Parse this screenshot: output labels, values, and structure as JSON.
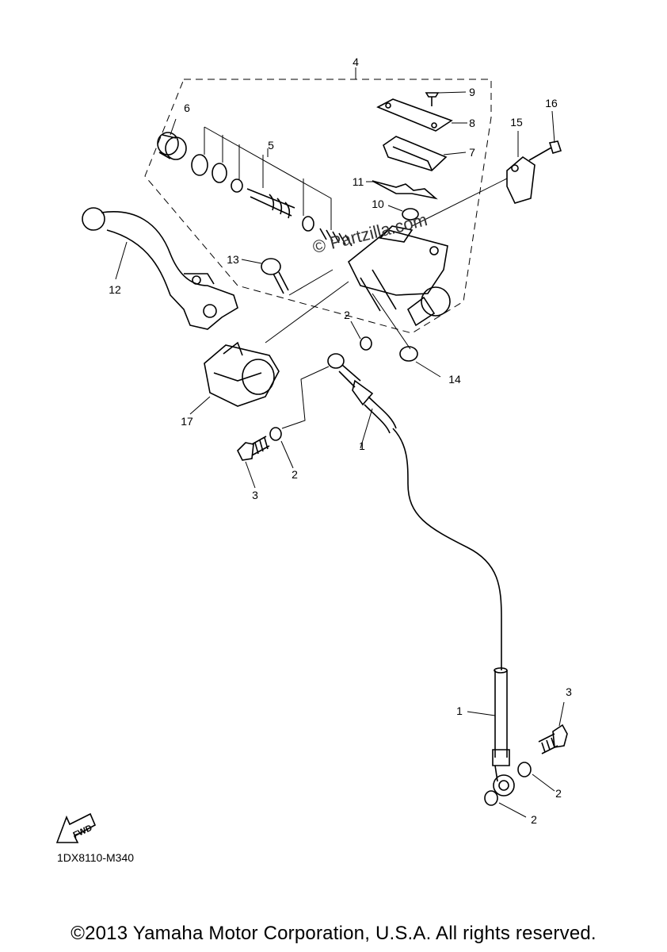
{
  "diagram": {
    "callouts": [
      {
        "id": "c1a",
        "text": "1"
      },
      {
        "id": "c1b",
        "text": "1"
      },
      {
        "id": "c2a",
        "text": "2"
      },
      {
        "id": "c2b",
        "text": "2"
      },
      {
        "id": "c2c",
        "text": "2"
      },
      {
        "id": "c2d",
        "text": "2"
      },
      {
        "id": "c3a",
        "text": "3"
      },
      {
        "id": "c3b",
        "text": "3"
      },
      {
        "id": "c4",
        "text": "4"
      },
      {
        "id": "c5",
        "text": "5"
      },
      {
        "id": "c6",
        "text": "6"
      },
      {
        "id": "c7",
        "text": "7"
      },
      {
        "id": "c8",
        "text": "8"
      },
      {
        "id": "c9",
        "text": "9"
      },
      {
        "id": "c10",
        "text": "10"
      },
      {
        "id": "c11",
        "text": "11"
      },
      {
        "id": "c12",
        "text": "12"
      },
      {
        "id": "c13",
        "text": "13"
      },
      {
        "id": "c14",
        "text": "14"
      },
      {
        "id": "c15",
        "text": "15"
      },
      {
        "id": "c16",
        "text": "16"
      },
      {
        "id": "c17",
        "text": "17"
      }
    ],
    "direction_marker": "FWD",
    "reference_code": "1DX8110-M340",
    "watermark": "© Partzilla.com",
    "copyright": "©2013 Yamaha Motor Corporation, U.S.A. All rights reserved."
  }
}
